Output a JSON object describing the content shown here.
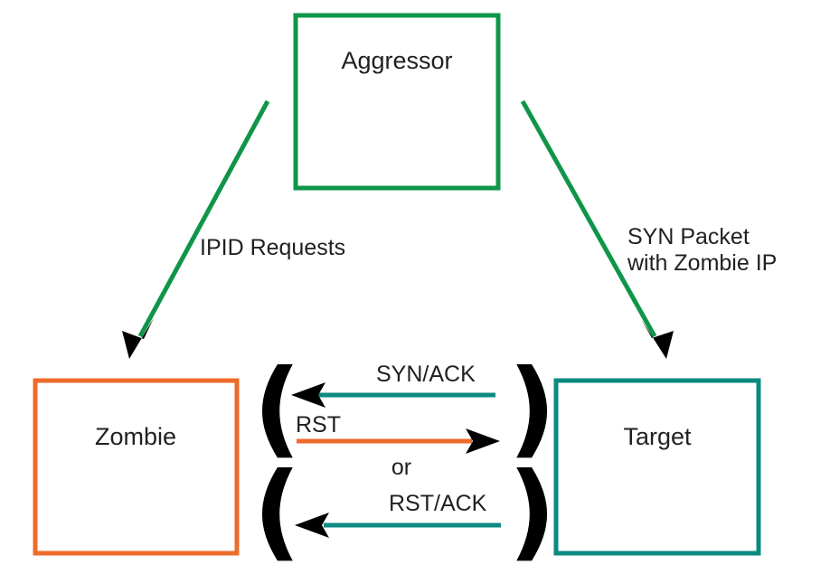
{
  "colors": {
    "aggressor": "#0f9549",
    "zombie": "#ee6b2a",
    "target": "#0c8a82",
    "text": "#231f20",
    "arrowhead": "#000000"
  },
  "nodes": {
    "aggressor": "Aggressor",
    "zombie": "Zombie",
    "target": "Target"
  },
  "edges": {
    "ipid_requests": "IPID Requests",
    "syn_packet_line1": "SYN Packet",
    "syn_packet_line2": "with Zombie IP",
    "syn_ack": "SYN/ACK",
    "rst": "RST",
    "or": "or",
    "rst_ack": "RST/ACK"
  }
}
